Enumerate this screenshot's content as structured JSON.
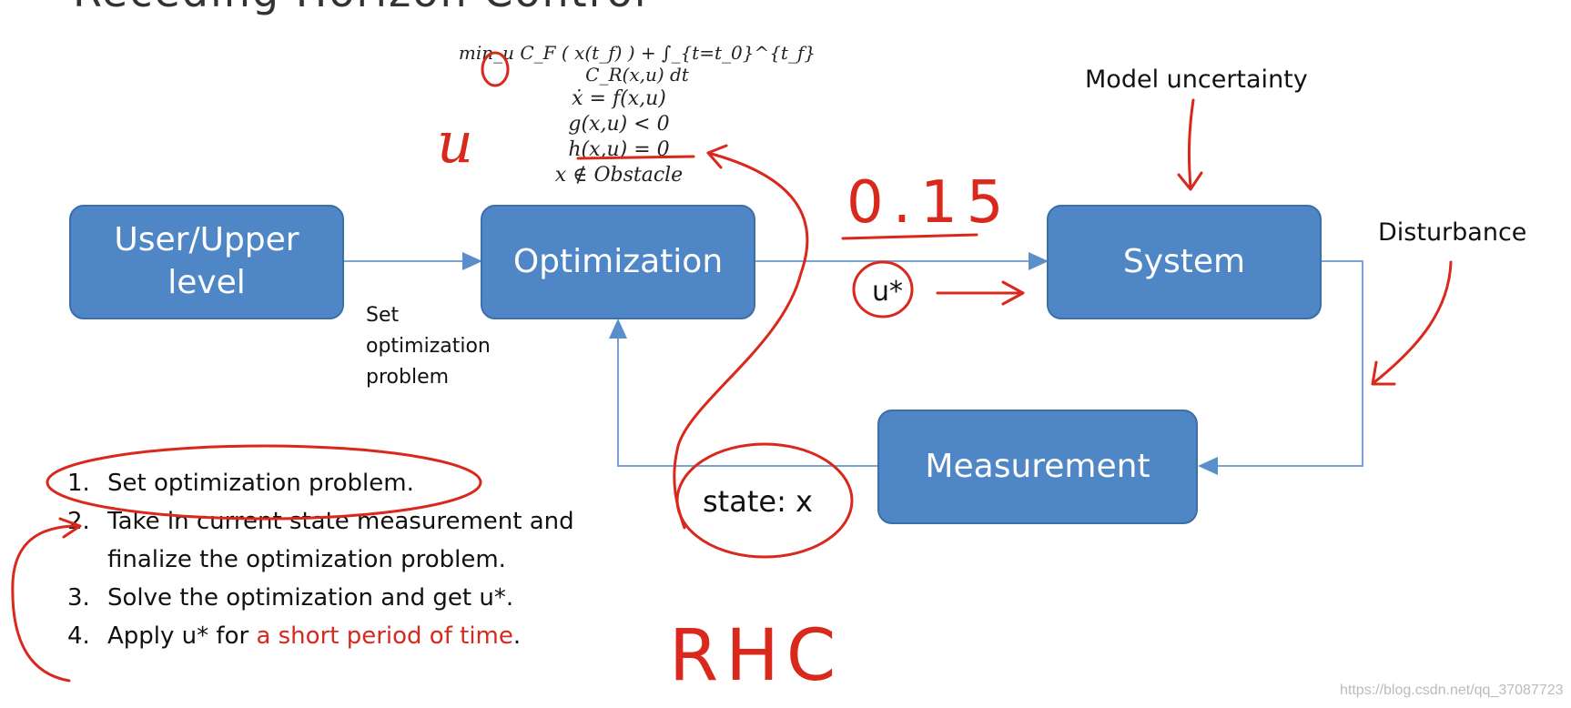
{
  "header": {
    "title": "Receding Horizon Control"
  },
  "equations": {
    "line1": "min_u C_F ( x(t_f) ) + ∫_{t=t_0}^{t_f} C_R(x,u) dt",
    "line2": "ẋ = f(x,u)",
    "line3": "g(x,u) < 0",
    "line4": "h(x,u) = 0",
    "line5": "x ∉ Obstacle"
  },
  "blocks": {
    "user": "User/Upper level",
    "optimization": "Optimization",
    "system": "System",
    "measurement": "Measurement"
  },
  "labels": {
    "set_problem": "Set optimization problem",
    "model_uncertainty": "Model uncertainty",
    "disturbance": "Disturbance",
    "u_star": "u*",
    "state": "state: x"
  },
  "steps": [
    {
      "num": "1.",
      "text": "Set optimization problem."
    },
    {
      "num": "2.",
      "text": "Take in current state measurement and finalize the optimization problem."
    },
    {
      "num": "3.",
      "text": "Solve the optimization and get u*."
    },
    {
      "num": "4.",
      "text": "Apply u* for ",
      "highlight": "a short period of time",
      "suffix": "."
    }
  ],
  "handwriting": {
    "u": "u",
    "time": "0.15",
    "rhc": "RHC"
  },
  "watermark": "https://blog.csdn.net/qq_37087723",
  "colors": {
    "block": "#4f86c6",
    "line": "#7aa3d4",
    "ink": "#d9281c"
  }
}
